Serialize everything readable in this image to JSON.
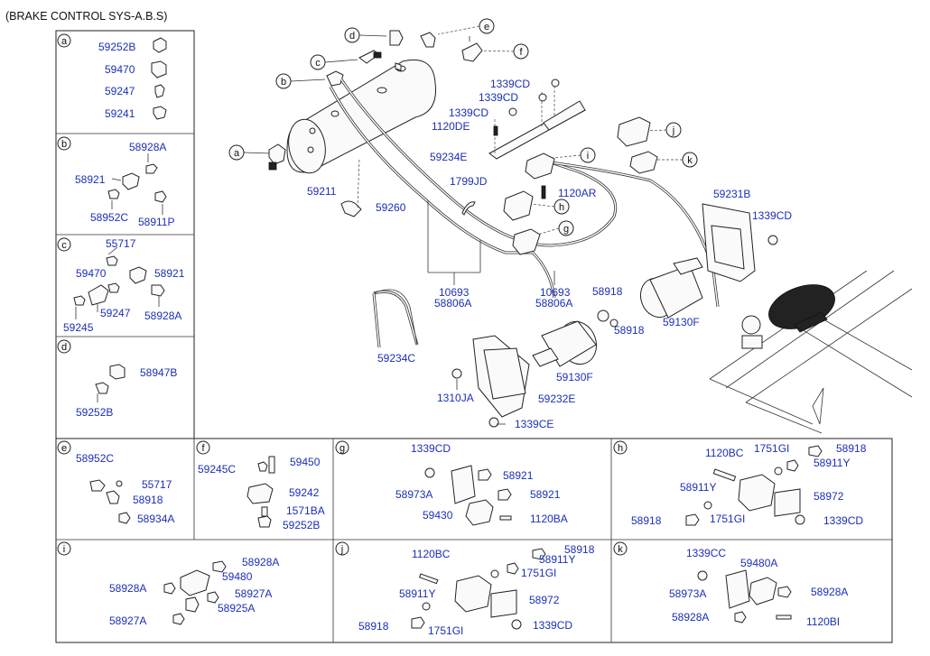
{
  "title": "(BRAKE CONTROL SYS-A.B.S)",
  "circle_labels": [
    "a",
    "b",
    "c",
    "d",
    "e",
    "f",
    "g",
    "h",
    "i",
    "j",
    "k"
  ],
  "main": {
    "p59211": "59211",
    "p59260": "59260",
    "p1799jd": "1799JD",
    "p10693a": "10693",
    "p58806aa": "58806A",
    "p10693b": "10693",
    "p58806ab": "58806A",
    "p1339cd1": "1339CD",
    "p1339cd2": "1339CD",
    "p1339cd3": "1339CD",
    "p1120de": "1120DE",
    "p59234e": "59234E",
    "p1120ar": "1120AR",
    "p59231b": "59231B",
    "p1339cd4": "1339CD",
    "p58918a": "58918",
    "p58918b": "58918",
    "p59130fa": "59130F",
    "p59130fb": "59130F",
    "p59234c": "59234C",
    "p1310ja": "1310JA",
    "p59232e": "59232E",
    "p1339ce": "1339CE"
  },
  "panel_a": [
    "59252B",
    "59470",
    "59247",
    "59241"
  ],
  "panel_b": [
    "58928A",
    "58921",
    "58952C",
    "58911P"
  ],
  "panel_c": [
    "55717",
    "59470",
    "58921",
    "59247",
    "58928A",
    "59245"
  ],
  "panel_d": [
    "58947B",
    "59252B"
  ],
  "panel_e": [
    "58952C",
    "55717",
    "58918",
    "58934A"
  ],
  "panel_f": [
    "59245C",
    "59450",
    "59242",
    "1571BA",
    "59252B"
  ],
  "panel_g": [
    "1339CD",
    "58921",
    "58973A",
    "58921",
    "59430",
    "1120BA"
  ],
  "panel_h": [
    "1120BC",
    "1751GI",
    "58918",
    "58911Y",
    "58911Y",
    "58972",
    "58918",
    "1751GI",
    "1339CD"
  ],
  "panel_i": [
    "58928A",
    "59480",
    "58928A",
    "58927A",
    "58927A",
    "58925A"
  ],
  "panel_j": [
    "1120BC",
    "58918",
    "58911Y",
    "1751GI",
    "58911Y",
    "58972",
    "58918",
    "1751GI",
    "1339CD"
  ],
  "panel_k": [
    "1339CC",
    "59480A",
    "58973A",
    "58928A",
    "58928A",
    "1120BI"
  ]
}
